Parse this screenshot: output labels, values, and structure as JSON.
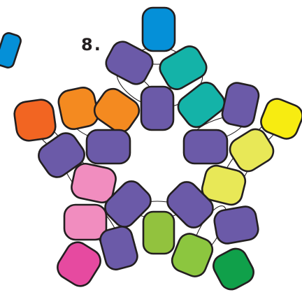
{
  "step_label": "8.",
  "colors": {
    "outline": "#231f20",
    "purple": "#6b5aa8",
    "blue": "#0590d8",
    "teal": "#14b3a8",
    "orange": "#f48a20",
    "red_orange": "#f26522",
    "yellow": "#f7ec11",
    "light_yellow": "#e8e857",
    "pink": "#f18dbf",
    "magenta": "#e64aa0",
    "lime": "#92c23e",
    "light_green": "#8cc63f",
    "green": "#10a04a"
  },
  "beads": [
    {
      "name": "bead-partial-blue",
      "color": "blue"
    },
    {
      "name": "bead-top-blue",
      "color": "blue"
    },
    {
      "name": "bead-purple-upper-left",
      "color": "purple"
    },
    {
      "name": "bead-teal-upper",
      "color": "teal"
    },
    {
      "name": "bead-purple-center-top",
      "color": "purple"
    },
    {
      "name": "bead-teal-right",
      "color": "teal"
    },
    {
      "name": "bead-purple-right-upper",
      "color": "purple"
    },
    {
      "name": "bead-yellow",
      "color": "yellow"
    },
    {
      "name": "bead-orange-left",
      "color": "orange"
    },
    {
      "name": "bead-orange-center",
      "color": "orange"
    },
    {
      "name": "bead-red-orange",
      "color": "red_orange"
    },
    {
      "name": "bead-purple-left-lower",
      "color": "purple"
    },
    {
      "name": "bead-purple-left-inner",
      "color": "purple"
    },
    {
      "name": "bead-purple-right-inner",
      "color": "purple"
    },
    {
      "name": "bead-light-yellow-upper",
      "color": "light_yellow"
    },
    {
      "name": "bead-light-yellow-lower",
      "color": "light_yellow"
    },
    {
      "name": "bead-pink-upper",
      "color": "pink"
    },
    {
      "name": "bead-pink-lower",
      "color": "pink"
    },
    {
      "name": "bead-purple-bottom-left",
      "color": "purple"
    },
    {
      "name": "bead-purple-bottom-right",
      "color": "purple"
    },
    {
      "name": "bead-purple-bottom-right-outer",
      "color": "purple"
    },
    {
      "name": "bead-lime",
      "color": "lime"
    },
    {
      "name": "bead-purple-bottom-inner",
      "color": "purple"
    },
    {
      "name": "bead-light-green",
      "color": "light_green"
    },
    {
      "name": "bead-green",
      "color": "green"
    },
    {
      "name": "bead-magenta",
      "color": "magenta"
    }
  ]
}
